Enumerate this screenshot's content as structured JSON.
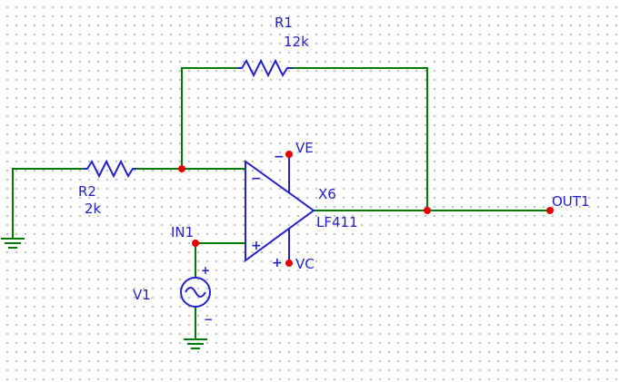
{
  "colors": {
    "wire": "#007d00",
    "component": "#2222cc",
    "node": "#e60000",
    "grid": "#bdbdbd",
    "background": "#ffffff"
  },
  "schematic": {
    "components": {
      "r1": {
        "ref": "R1",
        "value": "12k"
      },
      "r2": {
        "ref": "R2",
        "value": "2k"
      },
      "opamp": {
        "ref": "X6",
        "part": "LF411",
        "inverting_mark": "−",
        "noninverting_mark": "+",
        "ve": {
          "label": "VE",
          "mark": "−"
        },
        "vc": {
          "label": "VC",
          "mark": "+"
        }
      },
      "v1": {
        "ref": "V1",
        "plus_mark": "+",
        "minus_mark": "−"
      }
    },
    "nets": {
      "input": "IN1",
      "output": "OUT1"
    }
  }
}
